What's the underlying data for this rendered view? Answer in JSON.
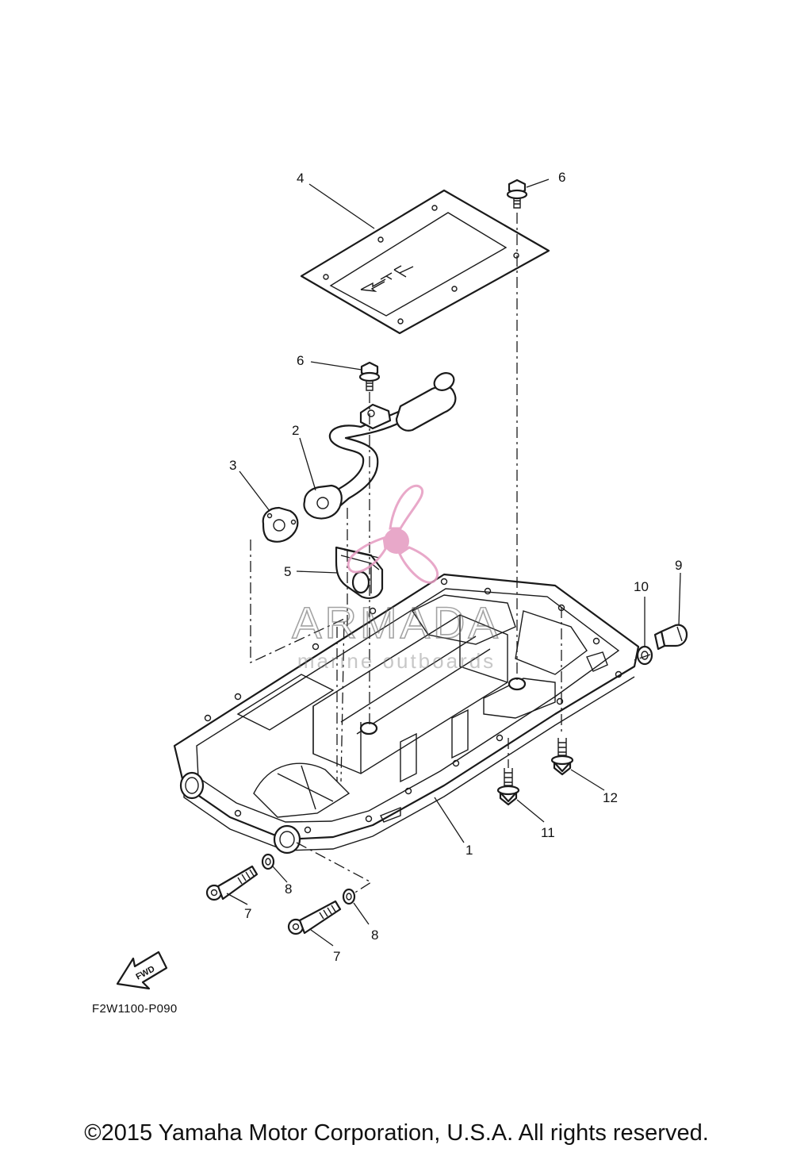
{
  "diagram": {
    "callouts": [
      {
        "id": "1",
        "label": "1"
      },
      {
        "id": "2",
        "label": "2"
      },
      {
        "id": "3",
        "label": "3"
      },
      {
        "id": "4",
        "label": "4"
      },
      {
        "id": "5",
        "label": "5"
      },
      {
        "id": "6a",
        "label": "6"
      },
      {
        "id": "6b",
        "label": "6"
      },
      {
        "id": "7a",
        "label": "7"
      },
      {
        "id": "7b",
        "label": "7"
      },
      {
        "id": "8a",
        "label": "8"
      },
      {
        "id": "8b",
        "label": "8"
      },
      {
        "id": "9",
        "label": "9"
      },
      {
        "id": "10",
        "label": "10"
      },
      {
        "id": "11",
        "label": "11"
      },
      {
        "id": "12",
        "label": "12"
      }
    ],
    "fwd_label": "FWD",
    "drawing_code": "F2W1100-P090"
  },
  "watermark": {
    "brand": "ARMADA",
    "tagline": "marine outboards",
    "color": "#e59ac0"
  },
  "footer": {
    "copyright": "©2015 Yamaha Motor Corporation, U.S.A. All rights reserved."
  }
}
